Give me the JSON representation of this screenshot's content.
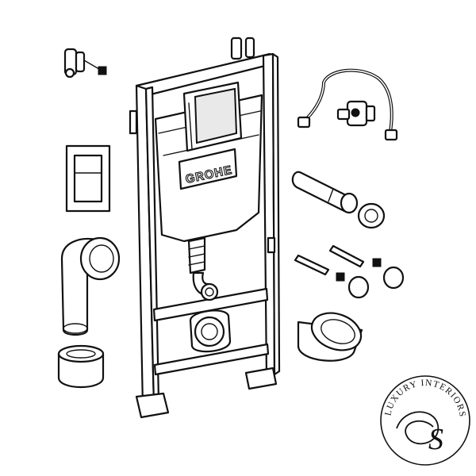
{
  "diagram": {
    "frame_brand": "GROHE",
    "logo_text": "LUXURY INTERIORS",
    "logo_monogram": "S",
    "colors": {
      "line": "#111111",
      "background": "#ffffff"
    }
  }
}
